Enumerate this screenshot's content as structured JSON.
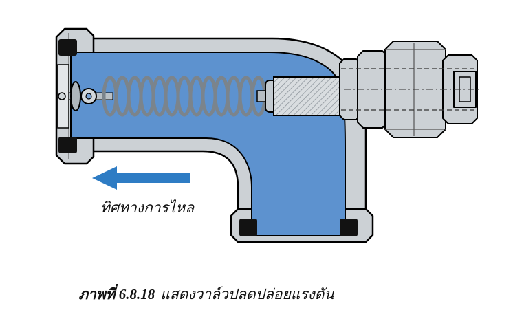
{
  "figure": {
    "flow_label": "ทิศทางการไหล",
    "caption_label": "ภาพที่ 6.8.18",
    "caption_text": "แสดงวาล์วปลดปล่อยแรงดัน"
  },
  "colors": {
    "fluid_blue": "#5d92cf",
    "arrow_blue": "#2e7cc4",
    "body_gray": "#ccd1d5",
    "seal_black": "#121212"
  }
}
